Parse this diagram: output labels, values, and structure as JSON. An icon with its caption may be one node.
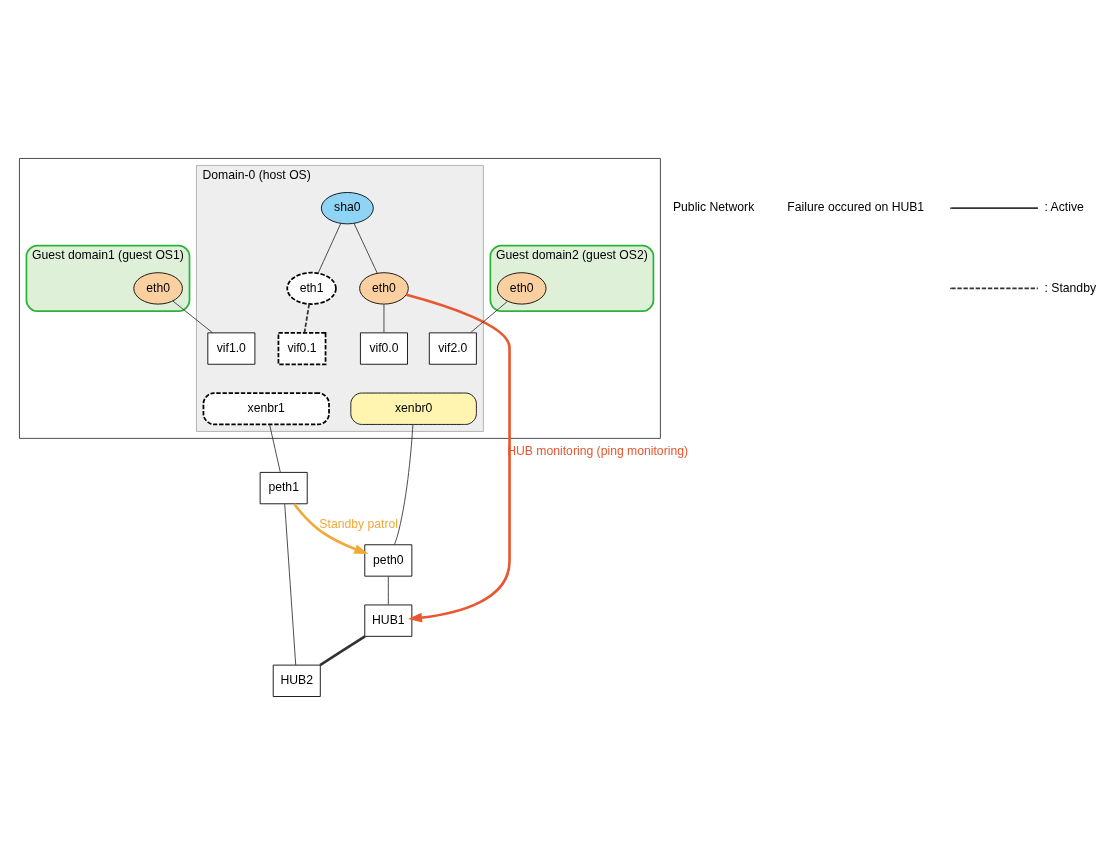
{
  "diagram": {
    "nodes": [
      {
        "text": [],
        "shape": "box"
      },
      {
        "text": [
          "Domain-0 (host OS)"
        ],
        "in": 0
      },
      {
        "text": [
          "Guest domain1 (guest OS1)"
        ],
        "in": 0
      },
      {
        "text": [
          "Guest domain2 (guest OS2)"
        ],
        "in": 0
      },
      {
        "text": [
          "sha0"
        ],
        "in": 1
      },
      {
        "text": [
          "eth0"
        ],
        "in": 1
      },
      {
        "text": [
          "eth1"
        ],
        "in": 1
      },
      {
        "text": [
          "eth0"
        ],
        "in": 2
      },
      {
        "text": [
          "eth0"
        ],
        "in": 3
      },
      {
        "text": [
          "vif0.0"
        ],
        "in": 1
      },
      {
        "text": [
          "vif1.0"
        ],
        "in": 1
      },
      {
        "text": [
          "vif2.0"
        ],
        "in": 1
      },
      {
        "text": [
          "vif0.1"
        ],
        "in": 1
      },
      {
        "text": [
          "xenbr0"
        ],
        "in": 1
      },
      {
        "text": [
          "xenbr1"
        ],
        "in": 1
      },
      {
        "text": [
          "peth0"
        ]
      },
      {
        "text": [
          "peth1"
        ]
      },
      {
        "text": [
          "HUB1"
        ]
      },
      {
        "text": [
          "HUB2"
        ]
      }
    ],
    "edges": [
      {
        "from": 4,
        "to": 5,
        "arrow": "none"
      },
      {
        "from": 4,
        "to": 6,
        "arrow": "none"
      },
      {
        "from": 5,
        "to": 9,
        "arrow": "none"
      },
      {
        "from": 7,
        "to": 10,
        "arrow": "none"
      },
      {
        "from": 8,
        "to": 11,
        "arrow": "none"
      },
      {
        "from": 6,
        "to": 12,
        "arrow": "none",
        "style": "dashed"
      },
      {
        "from": 13,
        "to": 15,
        "arrow": "none"
      },
      {
        "from": 14,
        "to": 16,
        "arrow": "none"
      },
      {
        "from": 15,
        "to": 17,
        "arrow": "none"
      },
      {
        "from": 16,
        "to": 18,
        "arrow": "none"
      },
      {
        "from": 17,
        "to": 18,
        "arrow": "none",
        "style": "thick"
      },
      {
        "from": 5,
        "to": 17,
        "arrow": "to",
        "label": "HUB monitoring (ping monitoring)",
        "style": "thick",
        "color": "#e8572f"
      },
      {
        "from": 16,
        "to": 15,
        "arrow": "to",
        "label": "Standby patrol",
        "style": "thick",
        "color": "#f3a93a"
      }
    ],
    "labels": [
      "Public Network",
      "Failure occured on HUB1"
    ],
    "legend": [
      {
        "text": ": Active"
      },
      {
        "text": ": Standby"
      }
    ]
  }
}
